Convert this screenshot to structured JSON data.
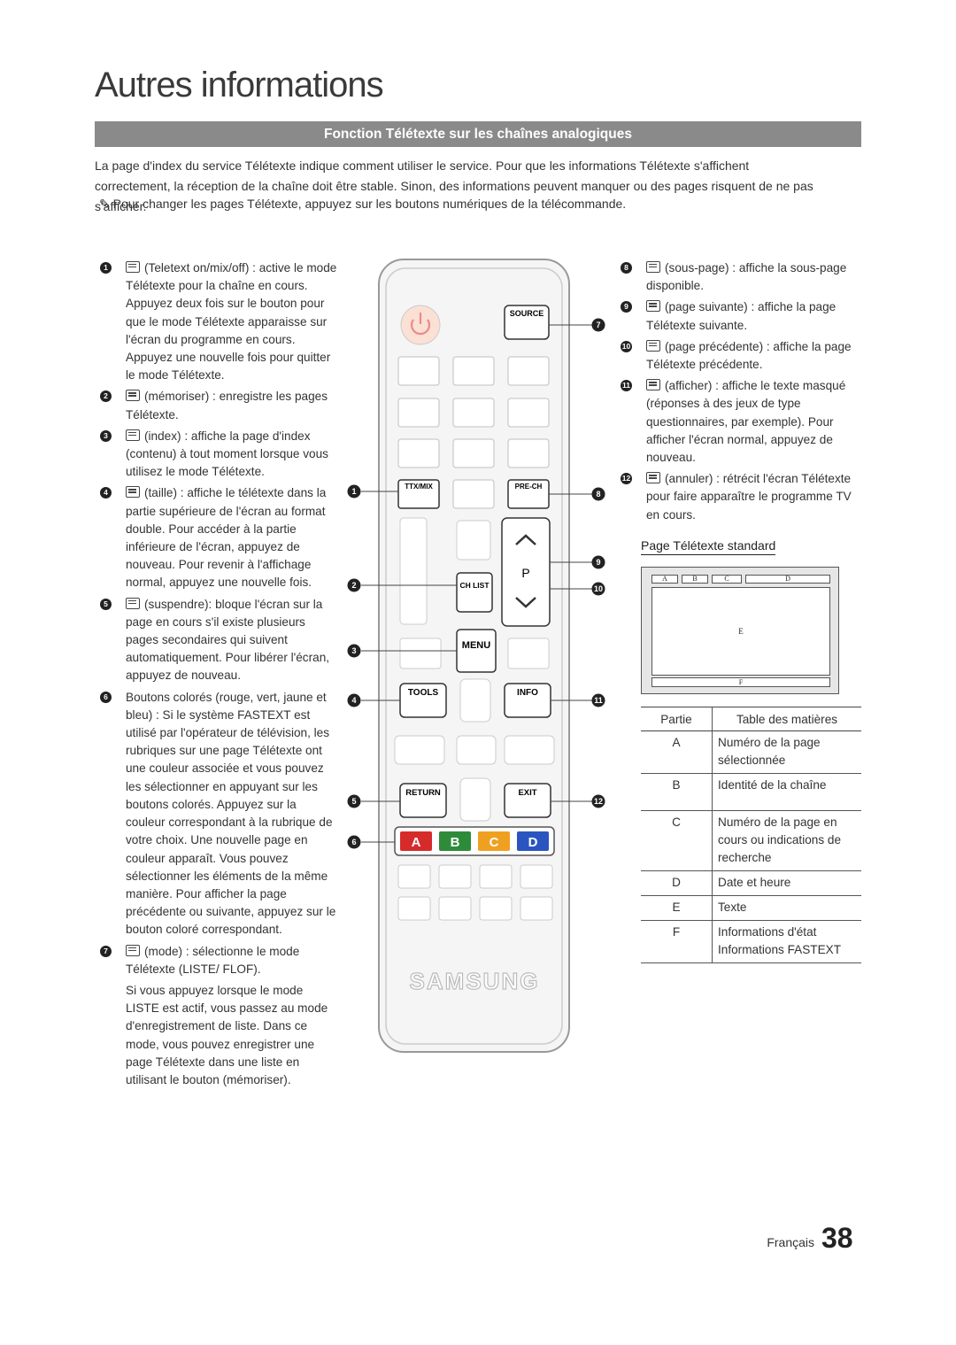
{
  "page_title": "Autres informations",
  "section_title": "Fonction Télétexte sur les chaînes analogiques",
  "intro_line1": "La page d'index du service Télétexte indique comment utiliser le service. Pour que les informations Télétexte s'affichent",
  "intro_line2": "correctement, la réception de la chaîne doit être stable. Sinon, des informations peuvent manquer ou des pages risquent de ne pas s'afficher.",
  "note": "Pour changer les pages Télétexte, appuyez sur les boutons numériques de la télécommande.",
  "left_items": [
    {
      "num": "1",
      "text": "(Teletext on/mix/off) : active le mode Télétexte pour la chaîne en cours. Appuyez deux fois sur le bouton pour que le mode Télétexte apparaisse sur l'écran du programme en cours. Appuyez une nouvelle fois pour quitter le mode Télétexte."
    },
    {
      "num": "2",
      "text": "(mémoriser) : enregistre les pages Télétexte."
    },
    {
      "num": "3",
      "text": "(index) : affiche la page d'index (contenu) à tout moment lorsque vous utilisez le mode Télétexte."
    },
    {
      "num": "4",
      "text": "(taille) : affiche le télétexte dans la partie supérieure de l'écran au format double. Pour accéder à la partie inférieure de l'écran, appuyez de nouveau. Pour revenir à l'affichage normal, appuyez une nouvelle fois."
    },
    {
      "num": "5",
      "text": "(suspendre): bloque l'écran sur la page en cours s'il existe plusieurs pages secondaires qui suivent automatiquement. Pour libérer l'écran, appuyez de nouveau."
    },
    {
      "num": "6",
      "text": "Boutons colorés (rouge, vert, jaune et bleu) : Si le système FASTEXT est utilisé par l'opérateur de télévision, les rubriques sur une page Télétexte ont une couleur associée et vous pouvez les sélectionner en appuyant sur les boutons colorés. Appuyez sur la couleur correspondant à la rubrique de votre choix. Une nouvelle page en couleur apparaît. Vous pouvez sélectionner les éléments de la même manière. Pour afficher la page précédente ou suivante, appuyez sur le bouton coloré correspondant."
    },
    {
      "num": "7",
      "text": "(mode) : sélectionne le mode Télétexte (LISTE/ FLOF).",
      "sub": "Si vous appuyez lorsque le mode LISTE est actif, vous passez au mode d'enregistrement de liste. Dans ce mode, vous pouvez enregistrer une page Télétexte dans une liste en utilisant le bouton (mémoriser)."
    }
  ],
  "right_items": [
    {
      "num": "8",
      "text": "(sous-page) : affiche la sous-page disponible."
    },
    {
      "num": "9",
      "text": "(page suivante) : affiche la page Télétexte suivante."
    },
    {
      "num": "10",
      "text": "(page précédente) : affiche la page Télétexte précédente."
    },
    {
      "num": "11",
      "text": "(afficher) : affiche le texte masqué (réponses à des jeux de type questionnaires, par exemple). Pour afficher l'écran normal, appuyez de nouveau."
    },
    {
      "num": "12",
      "text": "(annuler) : rétrécit l'écran Télétexte pour faire apparaître le programme TV en cours."
    }
  ],
  "remote": {
    "source": "SOURCE",
    "ttx_mix": "TTX/MIX",
    "pre_ch": "PRE-CH",
    "p": "P",
    "ch_list": "CH LIST",
    "menu": "MENU",
    "tools": "TOOLS",
    "info": "INFO",
    "return": "RETURN",
    "exit": "EXIT",
    "brand": "SAMSUNG",
    "color_buttons": [
      {
        "label": "A",
        "color": "#d62b2b"
      },
      {
        "label": "B",
        "color": "#2e8b3a"
      },
      {
        "label": "C",
        "color": "#f0a020"
      },
      {
        "label": "D",
        "color": "#2a55c0"
      }
    ],
    "callouts": [
      "1",
      "2",
      "3",
      "4",
      "5",
      "6",
      "7",
      "8",
      "9",
      "10",
      "11",
      "12"
    ]
  },
  "standard_page_heading": "Page Télétexte standard",
  "diagram_labels": {
    "a": "A",
    "b": "B",
    "c": "C",
    "d": "D",
    "e": "E",
    "f": "F"
  },
  "table": {
    "headers": [
      "Partie",
      "Table des matières"
    ],
    "rows": [
      {
        "k": "A",
        "v": "Numéro de la page sélectionnée"
      },
      {
        "k": "B",
        "v": "Identité de la chaîne"
      },
      {
        "k": "C",
        "v": "Numéro de la page en cours ou indications de recherche"
      },
      {
        "k": "D",
        "v": "Date et heure"
      },
      {
        "k": "E",
        "v": "Texte"
      },
      {
        "k": "F",
        "v": "Informations d'état Informations FASTEXT"
      }
    ]
  },
  "footer": {
    "language": "Français",
    "page": "38"
  }
}
